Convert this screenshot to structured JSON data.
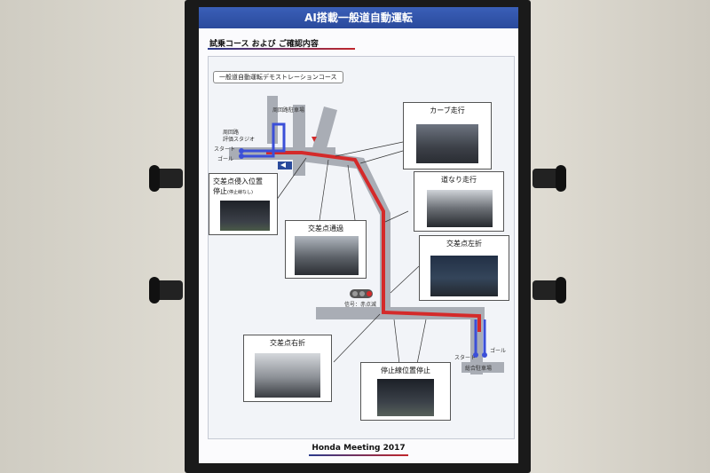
{
  "slide": {
    "title": "AI搭載一般道自動運転",
    "subtitle": "試乗コース および ご確認内容",
    "course_label": "一般道自動運転デモストレーションコース",
    "footer": "Honda Meeting 2017"
  },
  "map_labels": {
    "parking_top": "周回路駐車場",
    "studio_line1": "周回路",
    "studio_line2": "評価スタジオ",
    "start_left": "スタート",
    "goal_left": "ゴール",
    "signal": "信号：赤点滅",
    "start_right": "スタート",
    "goal_right": "ゴール",
    "parking_bottom": "総合駐車場"
  },
  "callouts": {
    "curve": "カーブ走行",
    "road_follow": "道なり走行",
    "intersection_entry_line1": "交差点侵入位置",
    "intersection_entry_line2": "停止",
    "intersection_entry_note": "(停止線なし)",
    "intersection_pass": "交差点通過",
    "left_turn": "交差点左折",
    "right_turn": "交差点右折",
    "stop_line": "停止線位置停止"
  },
  "colors": {
    "header_blue": "#2a4a9c",
    "route_red": "#d42a2a",
    "route_blue": "#3b4fd8",
    "road_gray": "#a9adb5"
  }
}
